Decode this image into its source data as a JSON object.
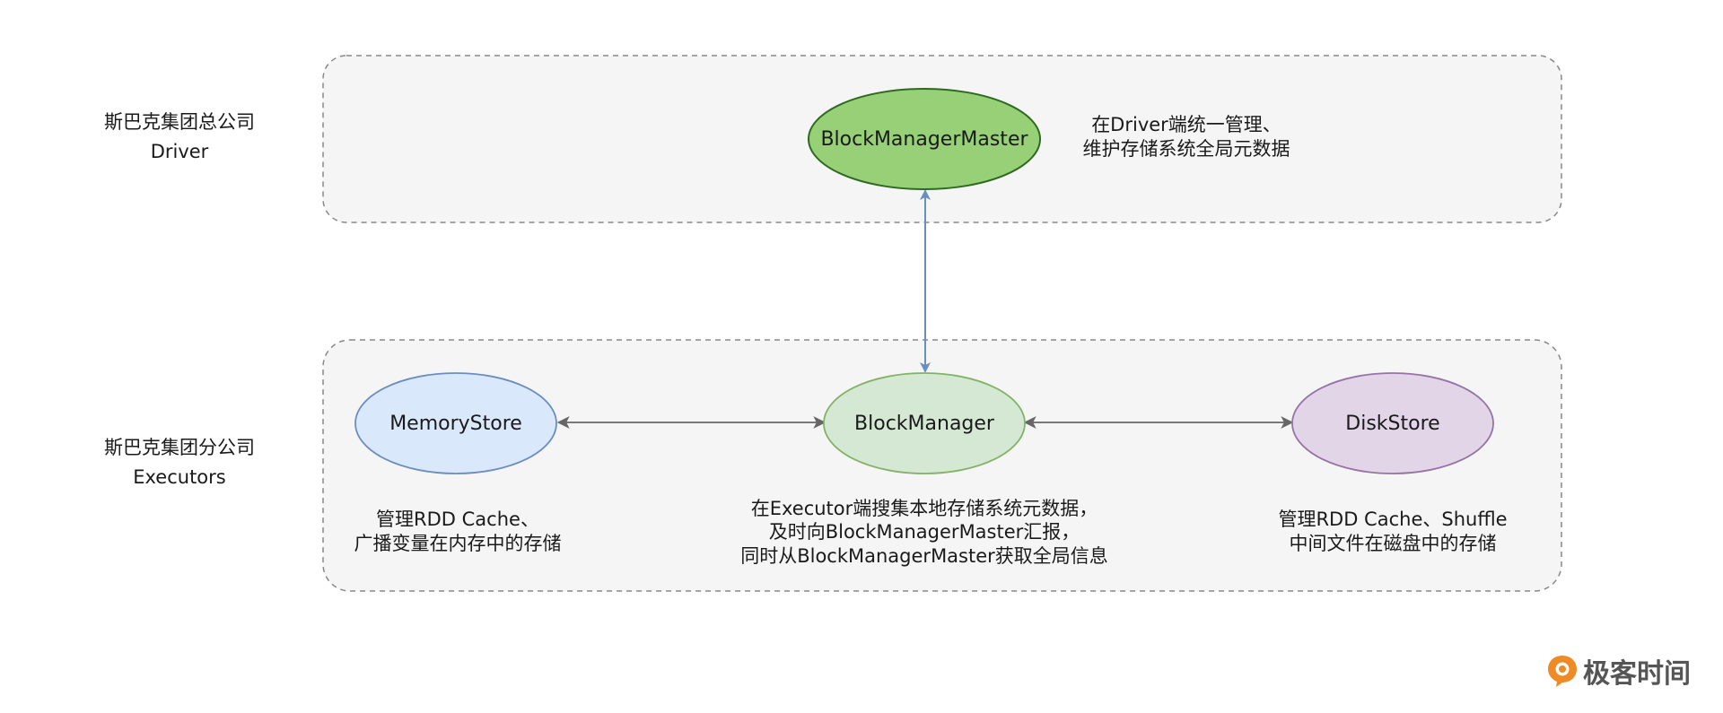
{
  "driver_section": {
    "title_line1": "斯巴克集团总公司",
    "title_line2": "Driver"
  },
  "executor_section": {
    "title_line1": "斯巴克集团分公司",
    "title_line2": "Executors"
  },
  "nodes": {
    "block_manager_master": "BlockManagerMaster",
    "memory_store": "MemoryStore",
    "block_manager": "BlockManager",
    "disk_store": "DiskStore"
  },
  "descriptions": {
    "master": [
      "在Driver端统一管理、",
      "维护存储系统全局元数据"
    ],
    "memory_store": [
      "管理RDD Cache、",
      "广播变量在内存中的存储"
    ],
    "block_manager": [
      "在Executor端搜集本地存储系统元数据，",
      "及时向BlockManagerMaster汇报，",
      "同时从BlockManagerMaster获取全局信息"
    ],
    "disk_store": [
      "管理RDD Cache、Shuffle",
      "中间文件在磁盘中的存储"
    ]
  },
  "logo": {
    "text": "极客时间",
    "icon": "geektime-logo-icon"
  },
  "colors": {
    "master_fill": "#97d077",
    "master_stroke": "#2d6a1f",
    "memory_fill": "#dae8fc",
    "memory_stroke": "#6c8ebf",
    "manager_fill": "#d5e8d4",
    "manager_stroke": "#82b366",
    "disk_fill": "#e1d5e7",
    "disk_stroke": "#9673a6",
    "blue_arrow": "#6c8ebf",
    "gray_arrow": "#666666",
    "group_fill": "#f5f5f5",
    "group_stroke": "#888888"
  }
}
